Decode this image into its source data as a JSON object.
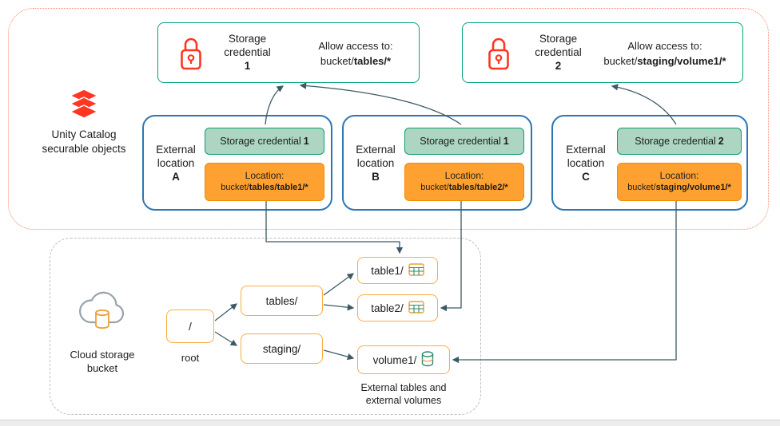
{
  "unity": {
    "label_line1": "Unity Catalog",
    "label_line2": "securable objects"
  },
  "credentials": [
    {
      "title1": "Storage",
      "title2": "credential",
      "number": "1",
      "allow_label": "Allow access to:",
      "path_prefix": "bucket/",
      "path_bold": "tables/*"
    },
    {
      "title1": "Storage",
      "title2": "credential",
      "number": "2",
      "allow_label": "Allow access to:",
      "path_prefix": "bucket/",
      "path_bold": "staging/volume1/*"
    }
  ],
  "locations": [
    {
      "label1": "External",
      "label2": "location",
      "letter": "A",
      "cred_text": "Storage credential",
      "cred_num": "1",
      "loc_label": "Location:",
      "loc_prefix": "bucket/",
      "loc_bold": "tables/table1/*"
    },
    {
      "label1": "External",
      "label2": "location",
      "letter": "B",
      "cred_text": "Storage credential",
      "cred_num": "1",
      "loc_label": "Location:",
      "loc_prefix": "bucket/",
      "loc_bold": "tables/table2/*"
    },
    {
      "label1": "External",
      "label2": "location",
      "letter": "C",
      "cred_text": "Storage credential",
      "cred_num": "2",
      "loc_label": "Location:",
      "loc_prefix": "bucket/",
      "loc_bold": "staging/volume1/*"
    }
  ],
  "bucket": {
    "label_line1": "Cloud storage",
    "label_line2": "bucket",
    "root": "/",
    "root_label": "root",
    "folder_tables": "tables/",
    "folder_staging": "staging/",
    "item_table1": "table1/",
    "item_table2": "table2/",
    "item_volume1": "volume1/",
    "caption_line1": "External tables and",
    "caption_line2": "external volumes"
  },
  "icons": {
    "unity_stack": "layers-icon",
    "credential_lock": "lock-icon",
    "cloud_bucket": "cloud-storage-icon",
    "table": "table-grid-icon",
    "volume": "database-cylinder-icon"
  },
  "colors": {
    "brand_red": "#FF3621",
    "credential_green_border": "#0E9D6F",
    "credential_green_fill": "#ACD6C2",
    "location_orange_fill": "#FFA130",
    "location_orange_border": "#F28B00",
    "external_location_blue": "#2D76B5",
    "storage_box_orange": "#FFAB40",
    "arrow": "#3C5A66",
    "unity_zone_dotted_red": "#FF8A75",
    "storage_zone_dashed_gray": "#BDBDBD"
  }
}
